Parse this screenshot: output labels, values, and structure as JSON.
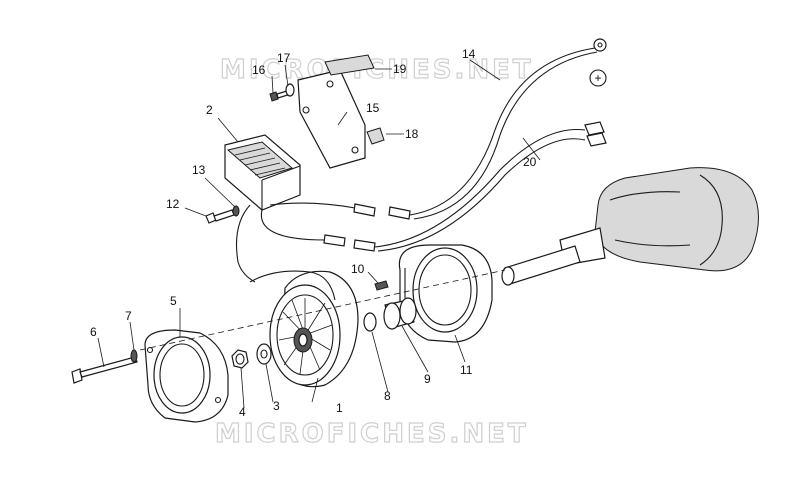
{
  "watermark": "MICROFICHES.NET",
  "symbols": {
    "terminal_sign": "+"
  },
  "callouts": [
    "1",
    "2",
    "3",
    "4",
    "5",
    "6",
    "7",
    "8",
    "9",
    "10",
    "11",
    "12",
    "13",
    "14",
    "15",
    "16",
    "17",
    "18",
    "19",
    "20"
  ]
}
